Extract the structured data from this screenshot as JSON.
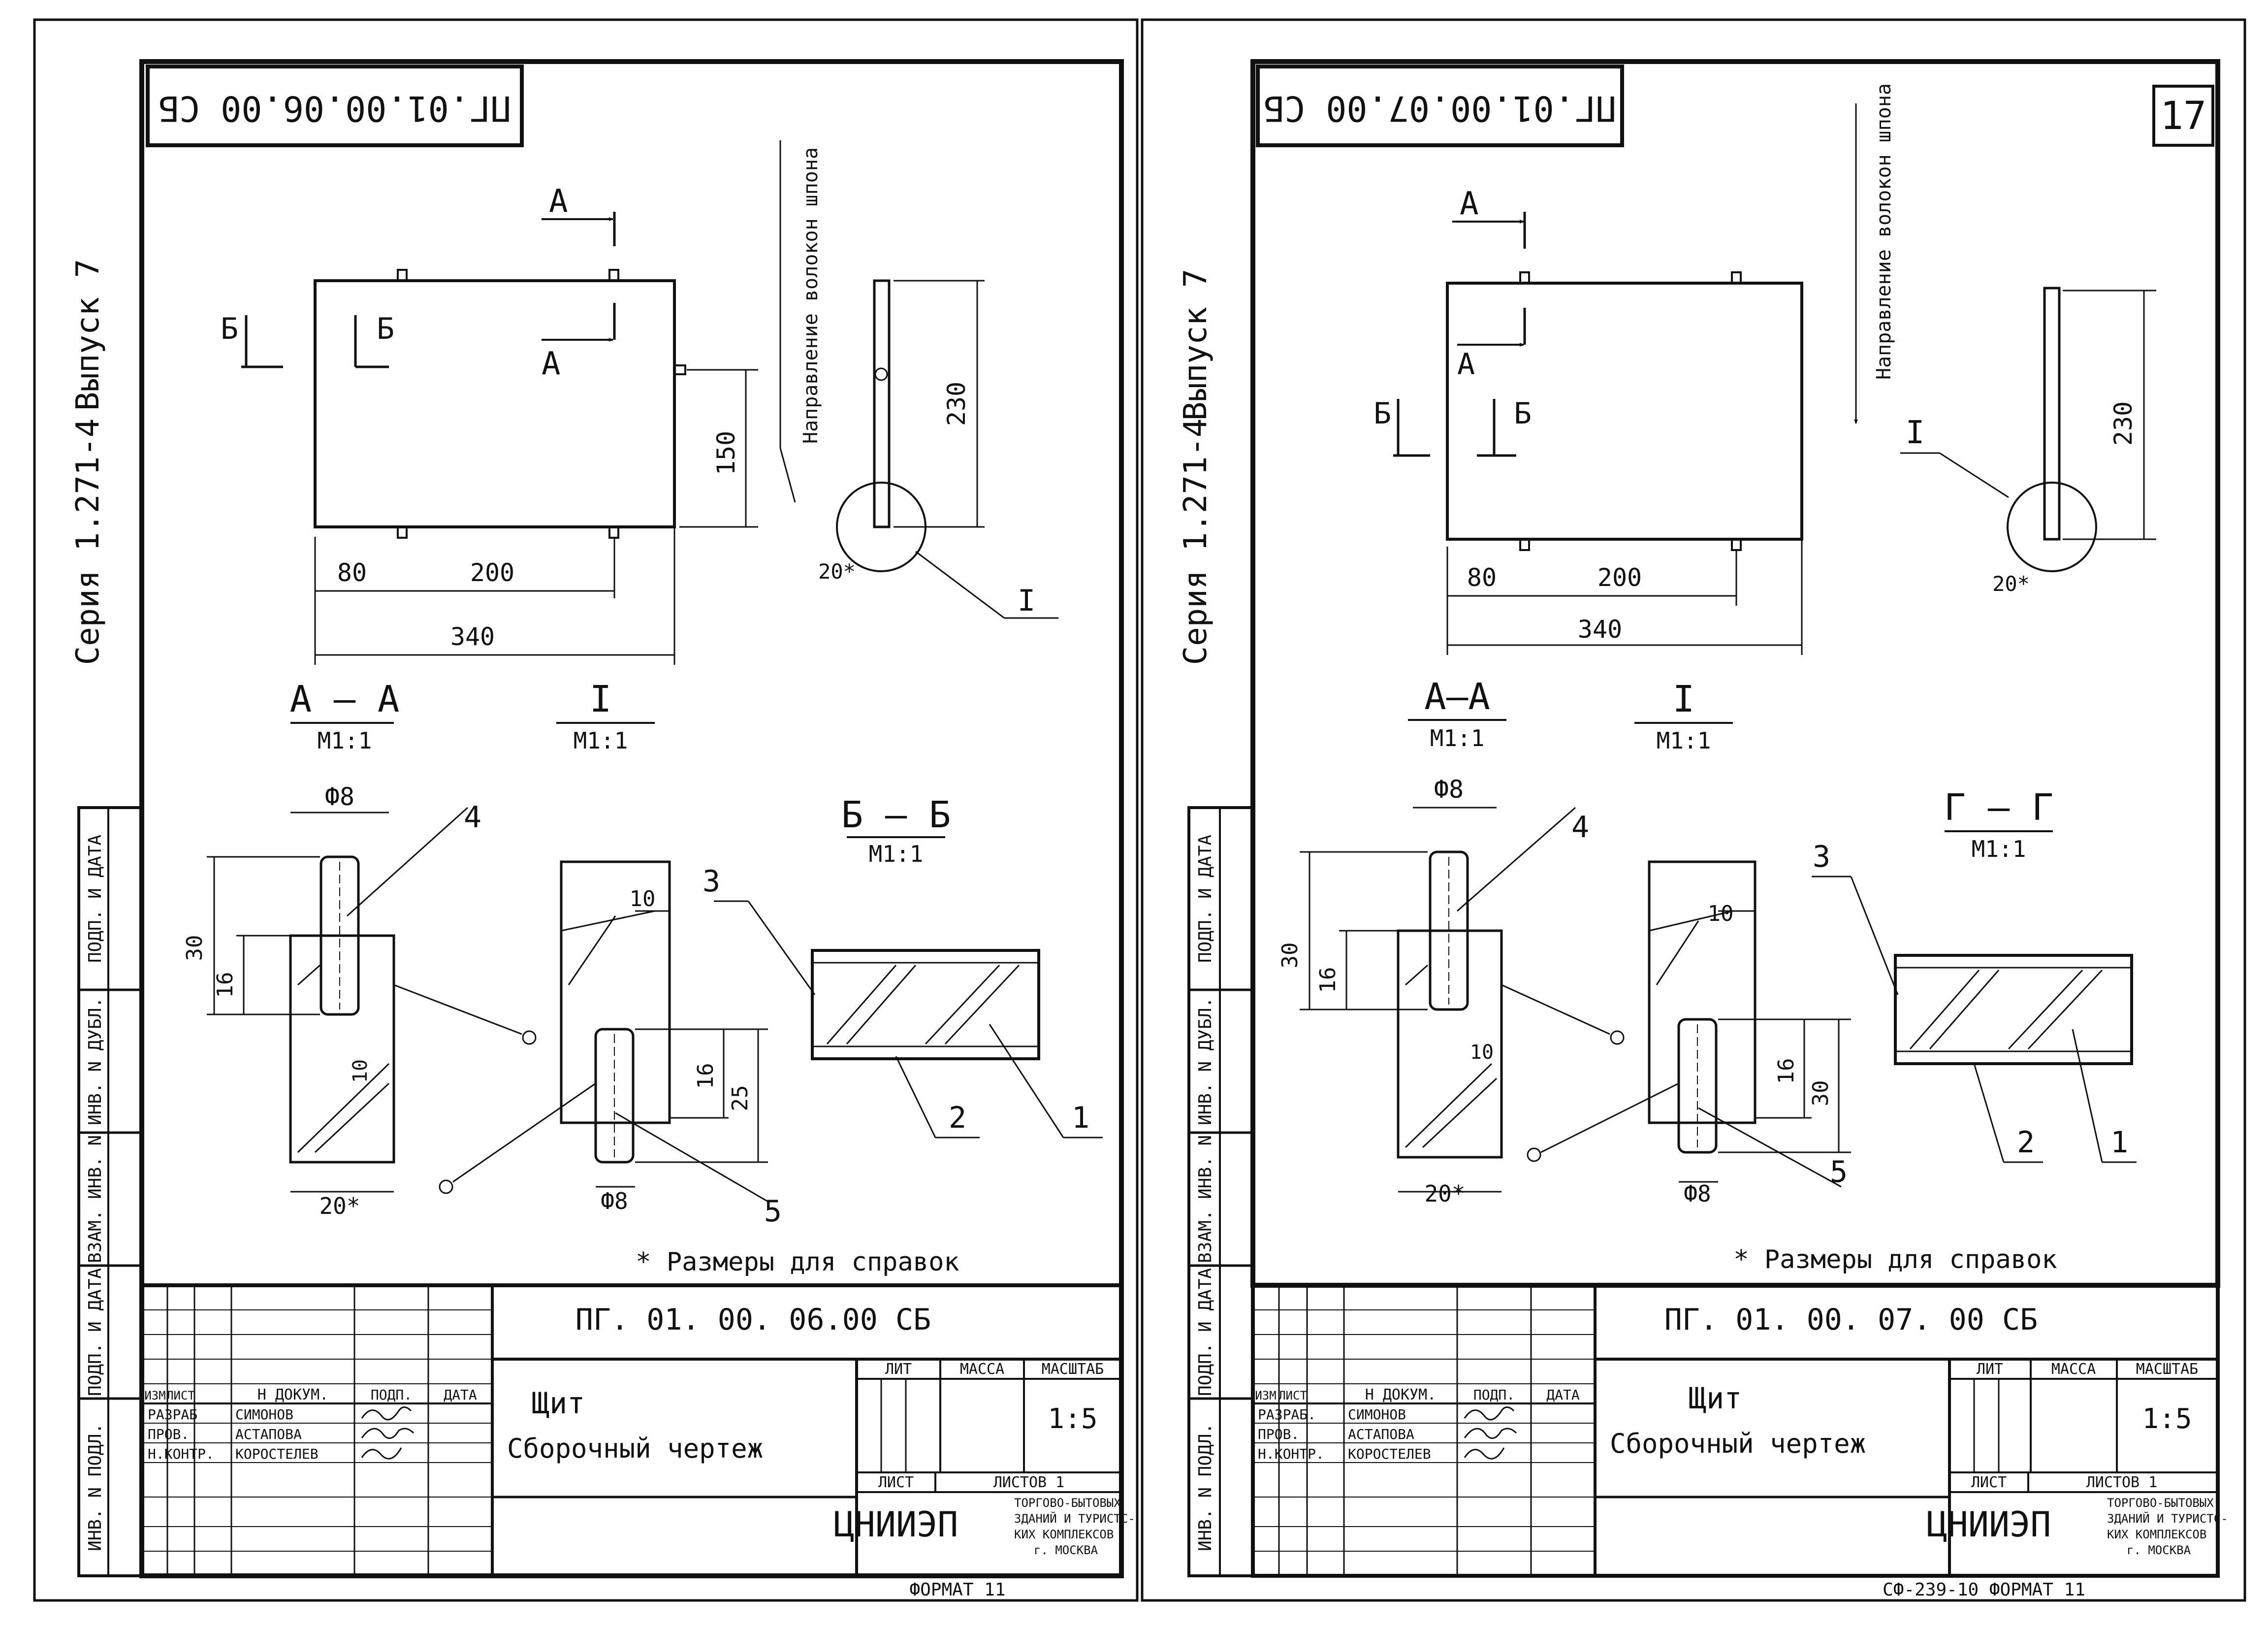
{
  "sheet_left": {
    "stamp_code_rotated": "ПГ.01.00.06.00 СБ",
    "series": "Серия 1.271-4",
    "issue": "Выпуск 7",
    "grain_direction": "Направление волокон шпона",
    "cut_marks": {
      "a": "А",
      "b": "Б",
      "detail": "I"
    },
    "dims_main": {
      "d80": "80",
      "d200": "200",
      "d340": "340",
      "d150": "150",
      "d230": "230",
      "d20": "20*"
    },
    "view_aa": {
      "title": "А – А",
      "scale": "М1:1",
      "phi": "Ф8",
      "d30": "30",
      "d16": "16",
      "d10": "10",
      "d20": "20*",
      "leader": "4"
    },
    "view_i": {
      "title": "I",
      "scale": "М1:1",
      "d10": "10",
      "d16": "16",
      "d25": "25",
      "phi": "Ф8",
      "leader": "5"
    },
    "view_bb": {
      "title": "Б – Б",
      "scale": "М1:1",
      "p1": "1",
      "p2": "2",
      "p3": "3"
    },
    "note": "* Размеры для справок",
    "title_block": {
      "doc_code": "ПГ. 01. 00. 06.00 СБ",
      "name": "Щит",
      "subname": "Сборочный чертеж",
      "hdr_izm": "ИЗМ",
      "hdr_list": "ЛИСТ",
      "hdr_ndok": "Н ДОКУМ.",
      "hdr_podp": "ПОДП.",
      "hdr_data": "ДАТА",
      "role_razrab": "РАЗРАБ",
      "name_razrab": "СИМОНОВ",
      "role_prov": "ПРОВ.",
      "name_prov": "АСТАПОВА",
      "role_nkontr": "Н.КОНТР.",
      "name_nkontr": "КОРОСТЕЛЕВ",
      "lit": "ЛИТ",
      "massa": "МАССА",
      "masshtab": "МАСШТАБ",
      "scale": "1:5",
      "list": "ЛИСТ",
      "listov": "ЛИСТОВ 1",
      "org_logo": "ЦНИИЭП",
      "org": [
        "ТОРГОВО-БЫТОВЫХ",
        "ЗДАНИЙ И ТУРИСТС-",
        "КИХ КОМПЛЕКСОВ",
        "г. МОСКВА"
      ],
      "format": "ФОРМАТ 11"
    },
    "side_columns": [
      "ПОДП. И ДАТА",
      "ИНВ. N ДУБЛ.",
      "ВЗАМ. ИНВ. N",
      "ПОДП. И ДАТА",
      "ИНВ. N ПОДЛ."
    ]
  },
  "sheet_right": {
    "stamp_code_rotated": "ПГ.01.00.07.00 СБ",
    "page_number": "17",
    "series": "Серия 1.271-4",
    "issue": "Выпуск 7",
    "grain_direction": "Направление волокон шпона",
    "cut_marks": {
      "a": "А",
      "b": "Б",
      "detail": "I"
    },
    "dims_main": {
      "d80": "80",
      "d200": "200",
      "d340": "340",
      "d230": "230",
      "d20": "20*"
    },
    "view_aa": {
      "title": "А–А",
      "scale": "М1:1",
      "phi": "Ф8",
      "d30": "30",
      "d16": "16",
      "d10": "10",
      "d20": "20*",
      "leader": "4"
    },
    "view_i": {
      "title": "I",
      "scale": "М1:1",
      "d10": "10",
      "d16": "16",
      "d30": "30",
      "phi": "Ф8",
      "leader": "5"
    },
    "view_gg": {
      "title": "Г – Г",
      "scale": "М1:1",
      "p1": "1",
      "p2": "2",
      "p3": "3"
    },
    "note": "* Размеры для справок",
    "title_block": {
      "doc_code": "ПГ. 01. 00. 07. 00 СБ",
      "name": "Щит",
      "subname": "Сборочный чертеж",
      "hdr_izm": "ИЗМ",
      "hdr_list": "ЛИСТ",
      "hdr_ndok": "Н ДОКУМ.",
      "hdr_podp": "ПОДП.",
      "hdr_data": "ДАТА",
      "role_razrab": "РАЗРАБ.",
      "name_razrab": "СИМОНОВ",
      "role_prov": "ПРОВ.",
      "name_prov": "АСТАПОВА",
      "role_nkontr": "Н.КОНТР.",
      "name_nkontr": "КОРОСТЕЛЕВ",
      "lit": "ЛИТ",
      "massa": "МАССА",
      "masshtab": "МАСШТАБ",
      "scale": "1:5",
      "list": "ЛИСТ",
      "listov": "ЛИСТОВ 1",
      "org_logo": "ЦНИИЭП",
      "org": [
        "ТОРГОВО-БЫТОВЫХ",
        "ЗДАНИЙ И ТУРИСТС-",
        "КИХ КОМПЛЕКСОВ",
        "г. МОСКВА"
      ],
      "format": "СФ-239-10 ФОРМАТ 11"
    },
    "side_columns": [
      "ПОДП. И ДАТА",
      "ИНВ. N ДУБЛ.",
      "ВЗАМ. ИНВ. N",
      "ПОДП. И ДАТА",
      "ИНВ. N ПОДЛ."
    ]
  }
}
